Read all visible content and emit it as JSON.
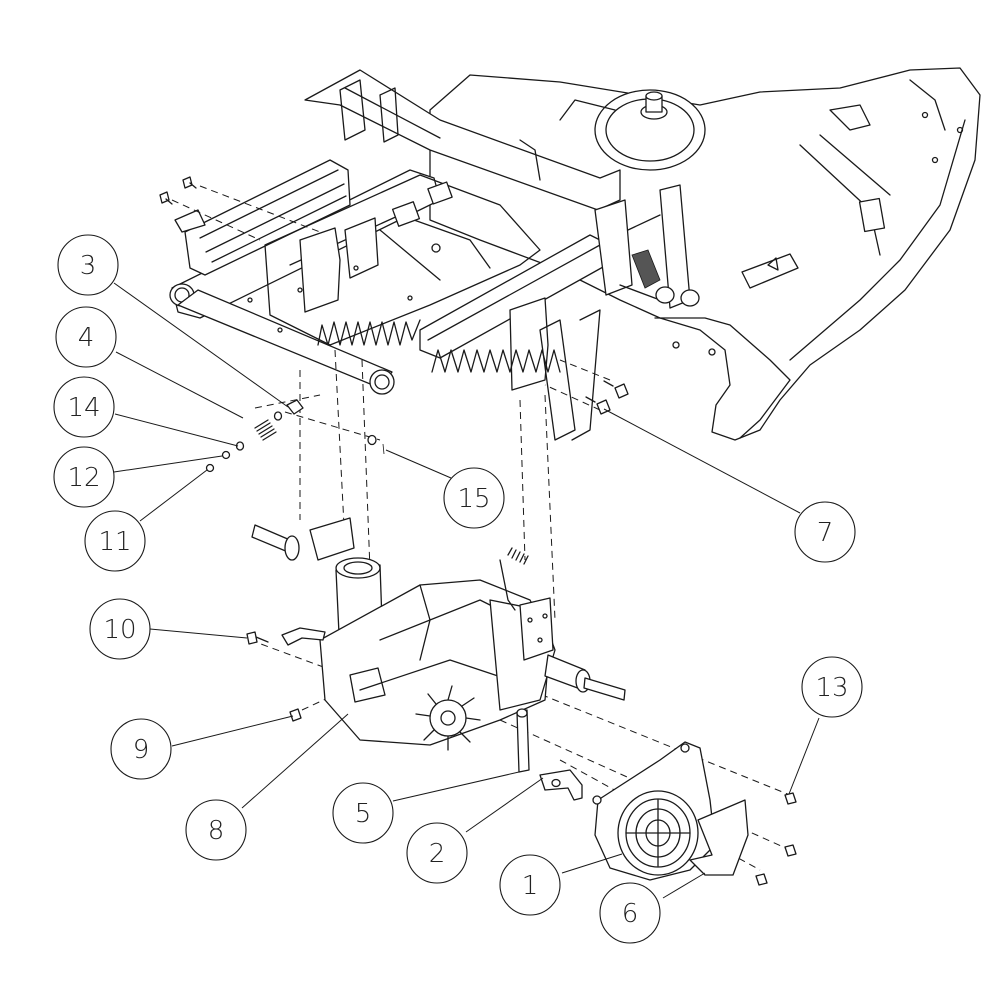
{
  "diagram": {
    "type": "exploded-parts-view",
    "subject": "mower deck frame and hydrostatic transaxle assembly",
    "line_color": "#1a1a1a",
    "background": "#ffffff",
    "callouts": [
      {
        "id": "callout-1",
        "label": "1",
        "part": "fan shroud / cooling fan cover"
      },
      {
        "id": "callout-2",
        "label": "2",
        "part": "mounting bracket"
      },
      {
        "id": "callout-3",
        "label": "3",
        "part": "pivot fitting"
      },
      {
        "id": "callout-4",
        "label": "4",
        "part": "spring"
      },
      {
        "id": "callout-5",
        "label": "5",
        "part": "support strap"
      },
      {
        "id": "callout-6",
        "label": "6",
        "part": "shield plate"
      },
      {
        "id": "callout-7",
        "label": "7",
        "part": "flange bolt"
      },
      {
        "id": "callout-8",
        "label": "8",
        "part": "transaxle"
      },
      {
        "id": "callout-9",
        "label": "9",
        "part": "flange bolt"
      },
      {
        "id": "callout-10",
        "label": "10",
        "part": "bolt"
      },
      {
        "id": "callout-11",
        "label": "11",
        "part": "nut"
      },
      {
        "id": "callout-12",
        "label": "12",
        "part": "nut"
      },
      {
        "id": "callout-13",
        "label": "13",
        "part": "lock nut"
      },
      {
        "id": "callout-14",
        "label": "14",
        "part": "washer"
      },
      {
        "id": "callout-15",
        "label": "15",
        "part": "cotter pin"
      }
    ]
  }
}
